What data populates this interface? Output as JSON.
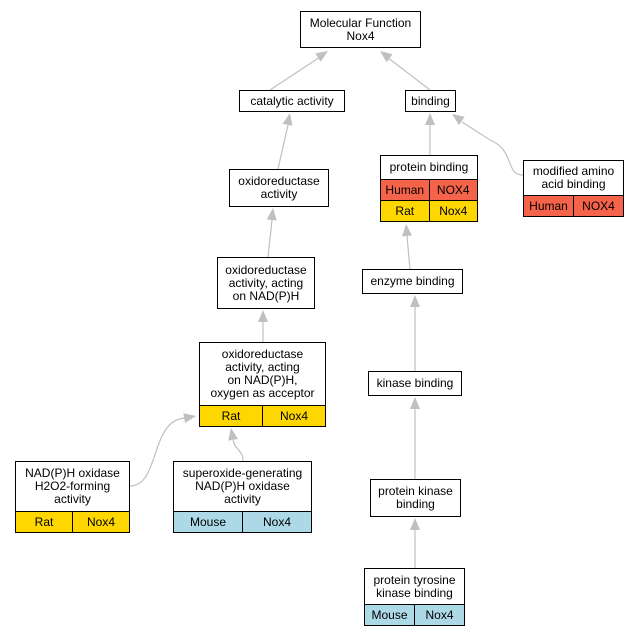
{
  "colors": {
    "human": "#f5634a",
    "rat": "#ffd700",
    "mouse": "#add8e6",
    "edge": "#c0c0c0"
  },
  "nodes": {
    "root": {
      "label": "Molecular Function\nNox4"
    },
    "catalytic": {
      "label": "catalytic activity"
    },
    "binding": {
      "label": "binding"
    },
    "oxidoreductase": {
      "label": "oxidoreductase\nactivity"
    },
    "protein_binding": {
      "label": "protein binding",
      "rows": [
        {
          "species": "Human",
          "gene": "NOX4",
          "kind": "human"
        },
        {
          "species": "Rat",
          "gene": "Nox4",
          "kind": "rat"
        }
      ]
    },
    "modified_amino": {
      "label": "modified amino\nacid binding",
      "rows": [
        {
          "species": "Human",
          "gene": "NOX4",
          "kind": "human"
        }
      ]
    },
    "ox_nadph": {
      "label": "oxidoreductase\nactivity, acting\non NAD(P)H"
    },
    "enzyme_binding": {
      "label": "enzyme binding"
    },
    "ox_nadph_oxygen": {
      "label": "oxidoreductase\nactivity, acting\non NAD(P)H,\noxygen as acceptor",
      "rows": [
        {
          "species": "Rat",
          "gene": "Nox4",
          "kind": "rat"
        }
      ]
    },
    "kinase_binding": {
      "label": "kinase binding"
    },
    "nadph_oxidase": {
      "label": "NAD(P)H oxidase\nH2O2-forming\nactivity",
      "rows": [
        {
          "species": "Rat",
          "gene": "Nox4",
          "kind": "rat"
        }
      ]
    },
    "superoxide": {
      "label": "superoxide-generating\nNAD(P)H oxidase\nactivity",
      "rows": [
        {
          "species": "Mouse",
          "gene": "Nox4",
          "kind": "mouse"
        }
      ]
    },
    "protein_kinase_binding": {
      "label": "protein kinase\nbinding"
    },
    "ptk_binding": {
      "label": "protein tyrosine\nkinase binding",
      "rows": [
        {
          "species": "Mouse",
          "gene": "Nox4",
          "kind": "mouse"
        }
      ]
    }
  }
}
